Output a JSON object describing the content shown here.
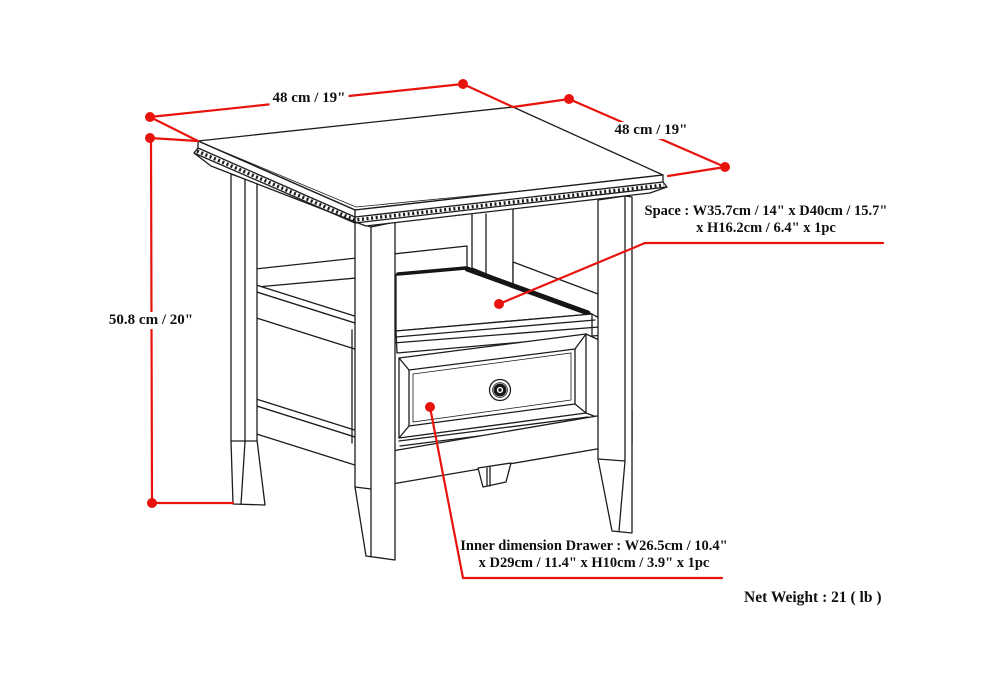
{
  "diagram": {
    "labels": {
      "top_left_edge": "48 cm / 19\"",
      "top_right_edge": "48 cm / 19\"",
      "height": "50.8 cm / 20\"",
      "space_line1": "Space : W35.7cm / 14\" x D40cm / 15.7\"",
      "space_line2": "x H16.2cm / 6.4\" x 1pc",
      "drawer_line1": "Inner dimension Drawer : W26.5cm / 10.4\"",
      "drawer_line2": "x D29cm / 11.4\" x H10cm / 3.9\" x 1pc",
      "net_weight": "Net Weight : 21 ( lb )"
    },
    "colors": {
      "dimension_red": "#e8130d",
      "line_black": "#1c1c1c",
      "background": "#ffffff"
    }
  }
}
